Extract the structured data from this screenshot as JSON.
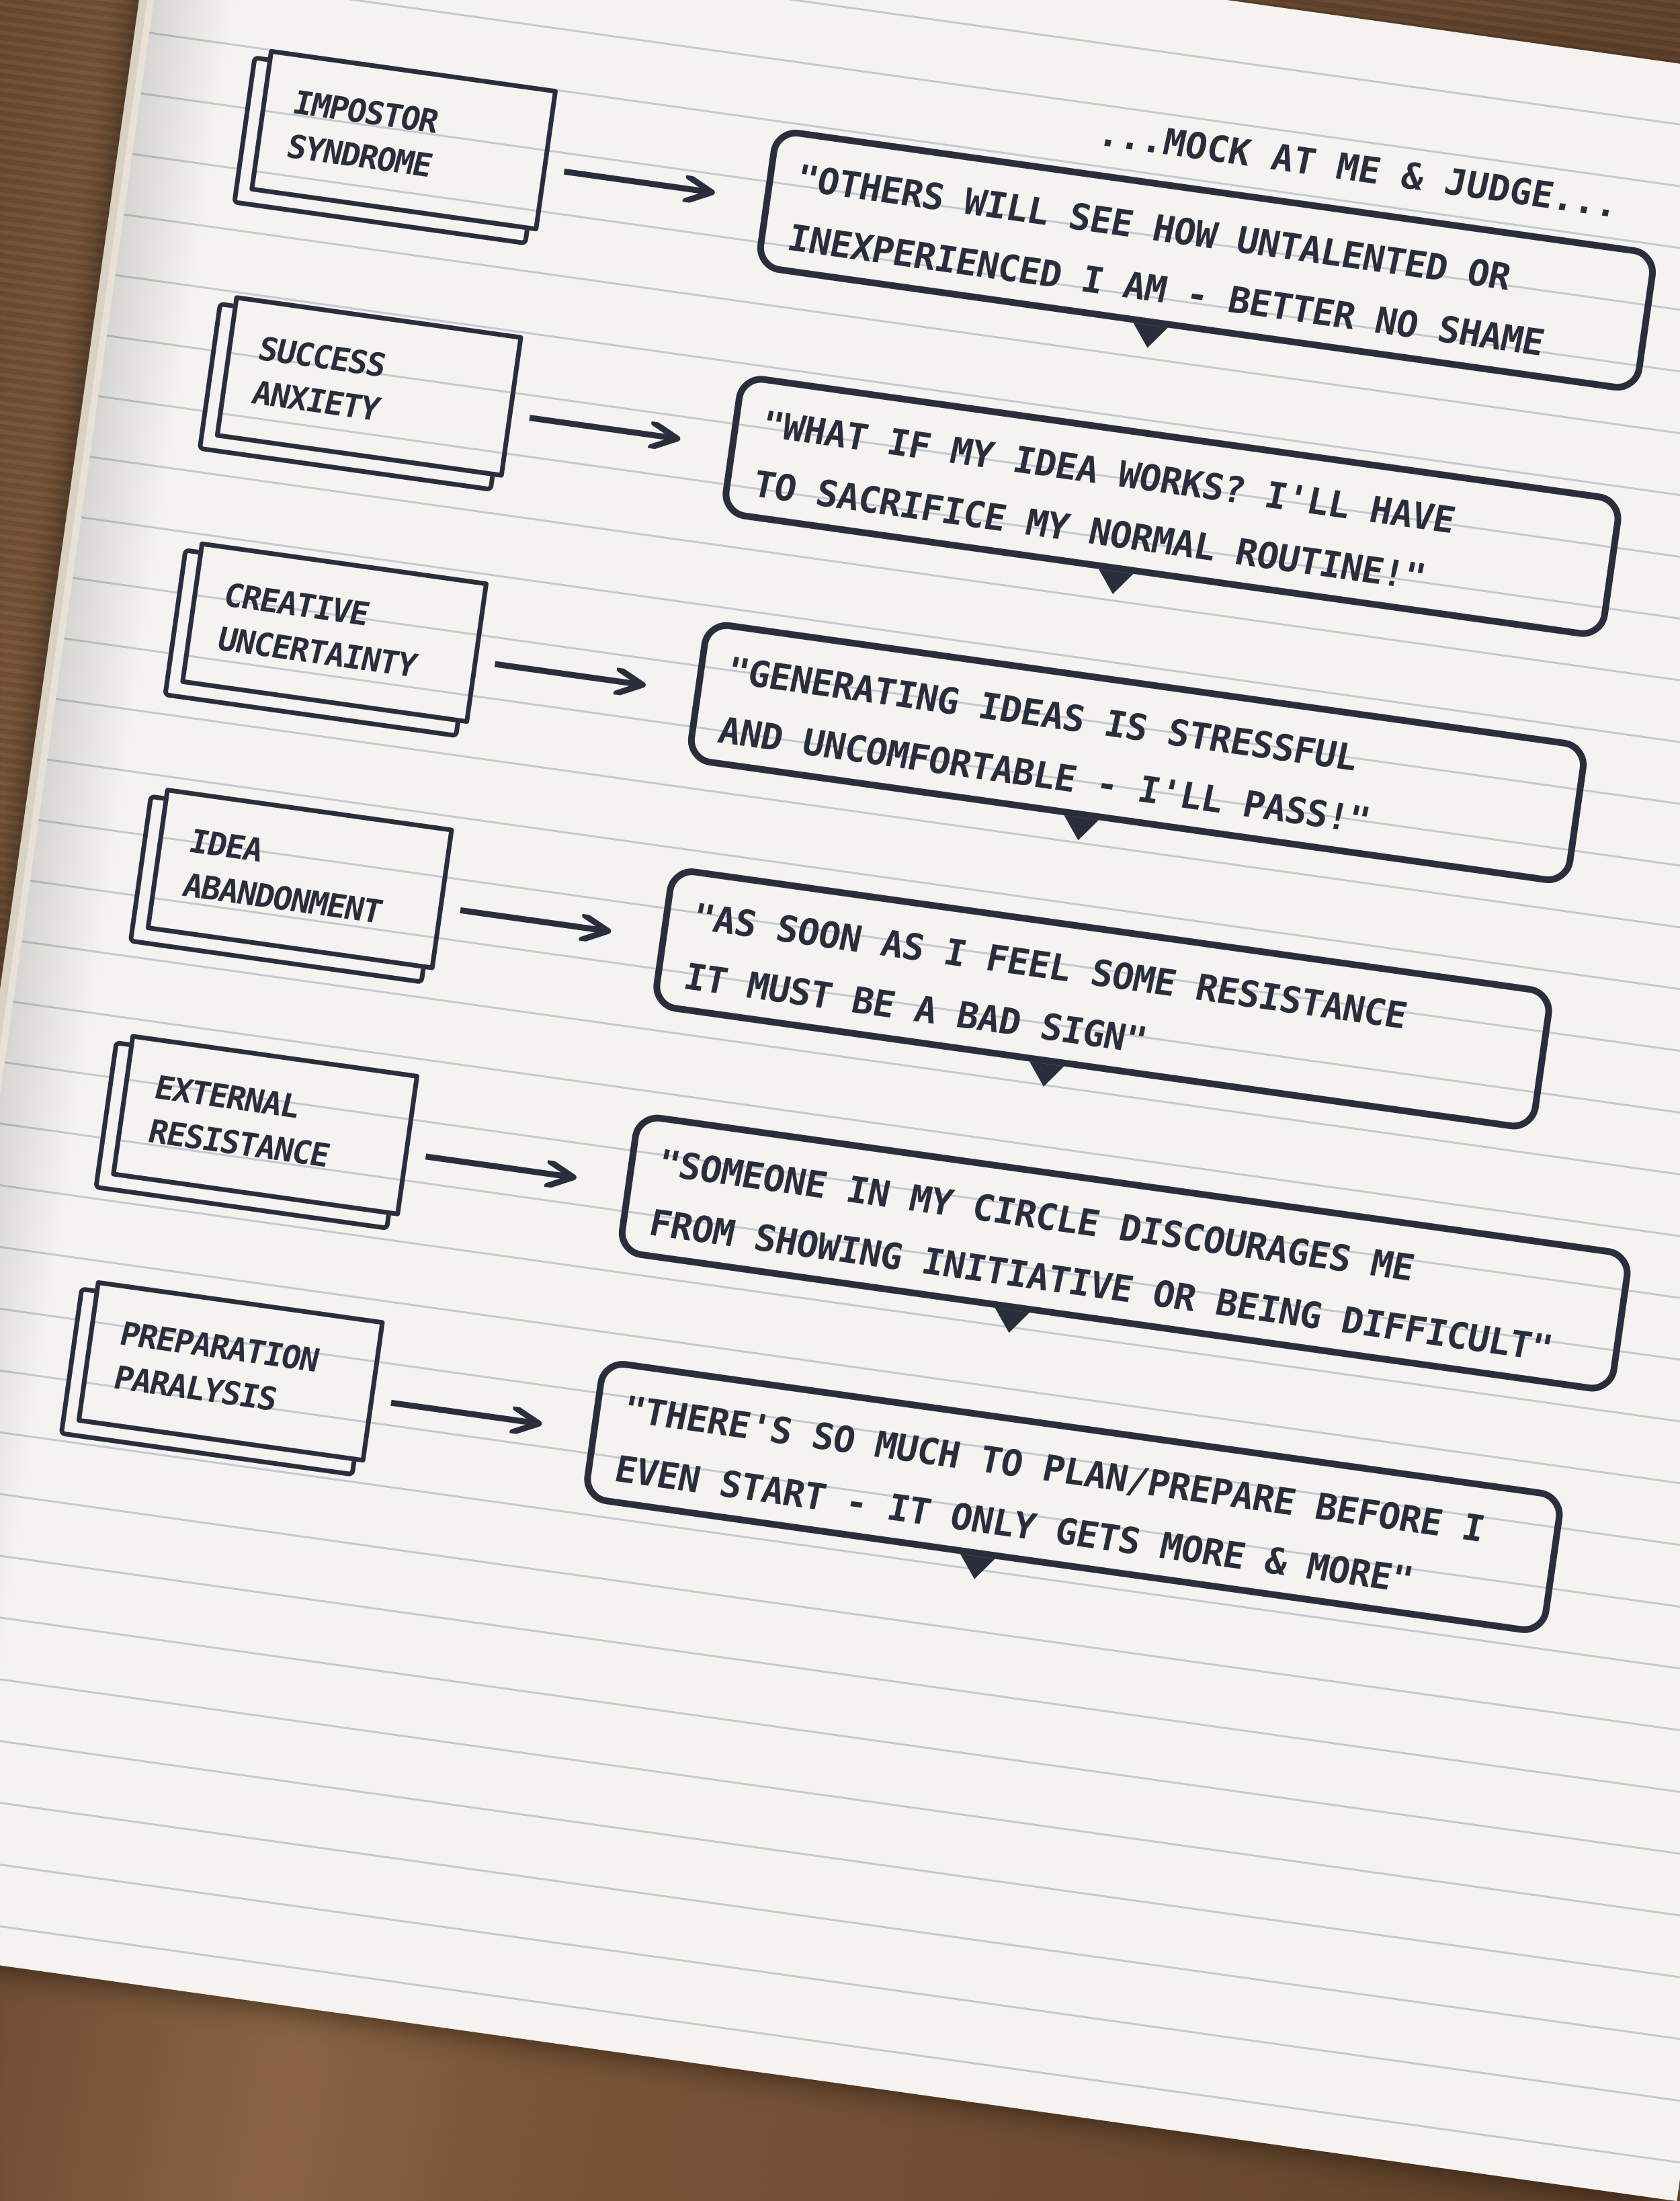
{
  "rows": [
    {
      "label": [
        "IMPOSTOR",
        "SYNDROME"
      ],
      "quote": [
        "\"OTHERS WILL SEE HOW UNTALENTED OR",
        "INEXPERIENCED I AM - BETTER NO SHAME"
      ]
    },
    {
      "label": [
        "SUCCESS",
        "ANXIETY"
      ],
      "quote": [
        "\"WHAT IF MY IDEA WORKS? I'LL HAVE",
        "TO SACRIFICE MY NORMAL ROUTINE!\""
      ]
    },
    {
      "label": [
        "CREATIVE",
        "UNCERTAINTY"
      ],
      "quote": [
        "\"GENERATING IDEAS IS STRESSFUL",
        "AND UNCOMFORTABLE - I'LL PASS!\""
      ]
    },
    {
      "label": [
        "IDEA",
        "ABANDONMENT"
      ],
      "quote": [
        "\"AS SOON AS I FEEL SOME RESISTANCE",
        "IT MUST BE A BAD SIGN\""
      ]
    },
    {
      "label": [
        "EXTERNAL",
        "RESISTANCE"
      ],
      "quote": [
        "\"SOMEONE IN MY CIRCLE DISCOURAGES ME",
        "FROM SHOWING INITIATIVE OR BEING DIFFICULT\""
      ]
    },
    {
      "label": [
        "PREPARATION",
        "PARALYSIS"
      ],
      "quote": [
        "\"THERE'S SO MUCH TO PLAN/PREPARE BEFORE I",
        "EVEN START - IT ONLY GETS MORE & MORE\""
      ]
    }
  ],
  "top_fragment": "...MOCK AT ME & JUDGE...",
  "colors": {
    "ink": "#2a2d3c",
    "paper": "#f4f3ef",
    "rule": "#c3c9d3",
    "desk": "#7a5638"
  }
}
